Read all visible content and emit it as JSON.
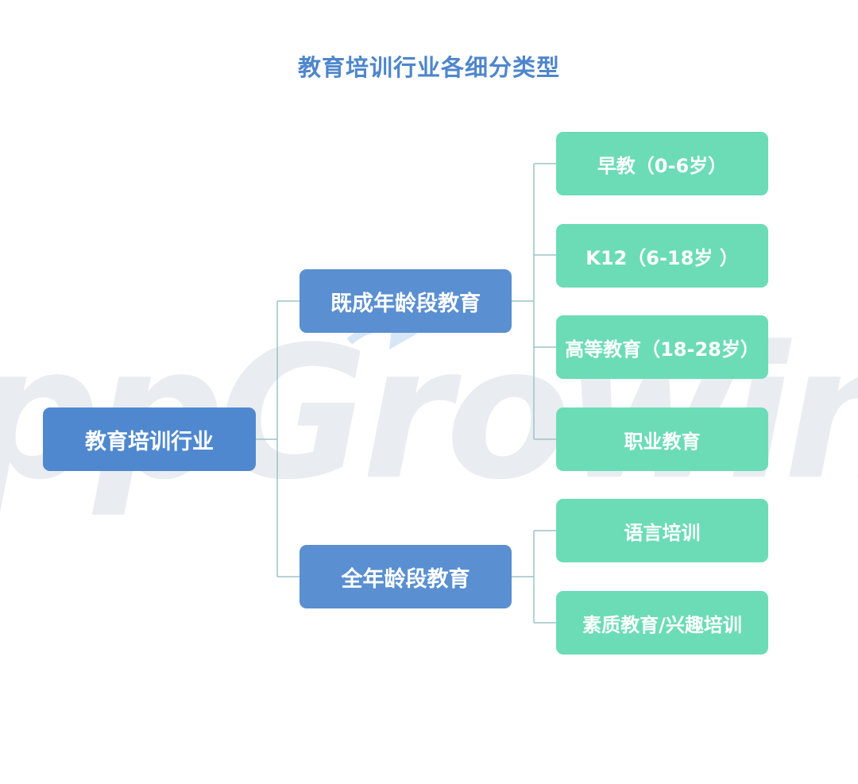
{
  "title": "教育培训行业各细分类型",
  "watermark": {
    "text": "AppGrowing",
    "color": "#e6e9ef"
  },
  "colors": {
    "title": "#4e86cc",
    "root_node": "#4f88cf",
    "level1_node": "#5a8fd1",
    "level2_node": "#6bdcb6",
    "connector": "#9ec3c8"
  },
  "root": {
    "label": "教育培训行业"
  },
  "groups": [
    {
      "label": "既成年龄段教育",
      "children": [
        {
          "label": "早教（0-6岁）"
        },
        {
          "label": "K12（6-18岁 ）"
        },
        {
          "label": "高等教育（18-28岁）"
        },
        {
          "label": "职业教育"
        }
      ]
    },
    {
      "label": "全年龄段教育",
      "children": [
        {
          "label": "语言培训"
        },
        {
          "label": "素质教育/兴趣培训"
        }
      ]
    }
  ]
}
